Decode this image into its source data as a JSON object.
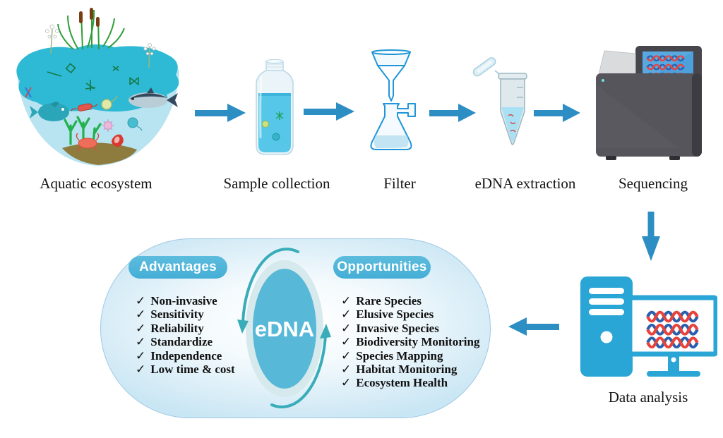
{
  "glyphs": {
    "check": "✓"
  },
  "pipeline": {
    "steps": [
      {
        "id": "aquatic-ecosystem",
        "label": "Aquatic ecosystem"
      },
      {
        "id": "sample-collection",
        "label": "Sample collection"
      },
      {
        "id": "filter",
        "label": "Filter"
      },
      {
        "id": "edna-extraction",
        "label": "eDNA extraction"
      },
      {
        "id": "sequencing",
        "label": "Sequencing"
      }
    ],
    "data_analysis": {
      "label": "Data analysis"
    }
  },
  "edna_cycle": {
    "center_label": "eDNA",
    "advantages": {
      "title": "Advantages",
      "items": [
        "Non-invasive",
        "Sensitivity",
        "Reliability",
        "Standardize",
        "Independence",
        "Low time & cost"
      ]
    },
    "opportunities": {
      "title": "Opportunities",
      "items": [
        "Rare Species",
        "Elusive Species",
        "Invasive Species",
        "Biodiversity Monitoring",
        "Species Mapping",
        "Habitat Monitoring",
        "Ecosystem Health"
      ]
    }
  },
  "colors": {
    "flow_arrow": "#2d8ec3",
    "pill_blue": "#4db4d9",
    "edna_ellipse_blue": "#58b8d7",
    "edna_ring": "#d6e9ec",
    "cycle_arrow_teal": "#39acb9",
    "panel_edge_blue": "#c9e6f4",
    "computer_blue": "#29a5d6",
    "dna_red": "#e8423d",
    "dna_blue": "#2a5fae",
    "water_teal": "#2eb9d4",
    "water_light": "#b8e3f1"
  }
}
